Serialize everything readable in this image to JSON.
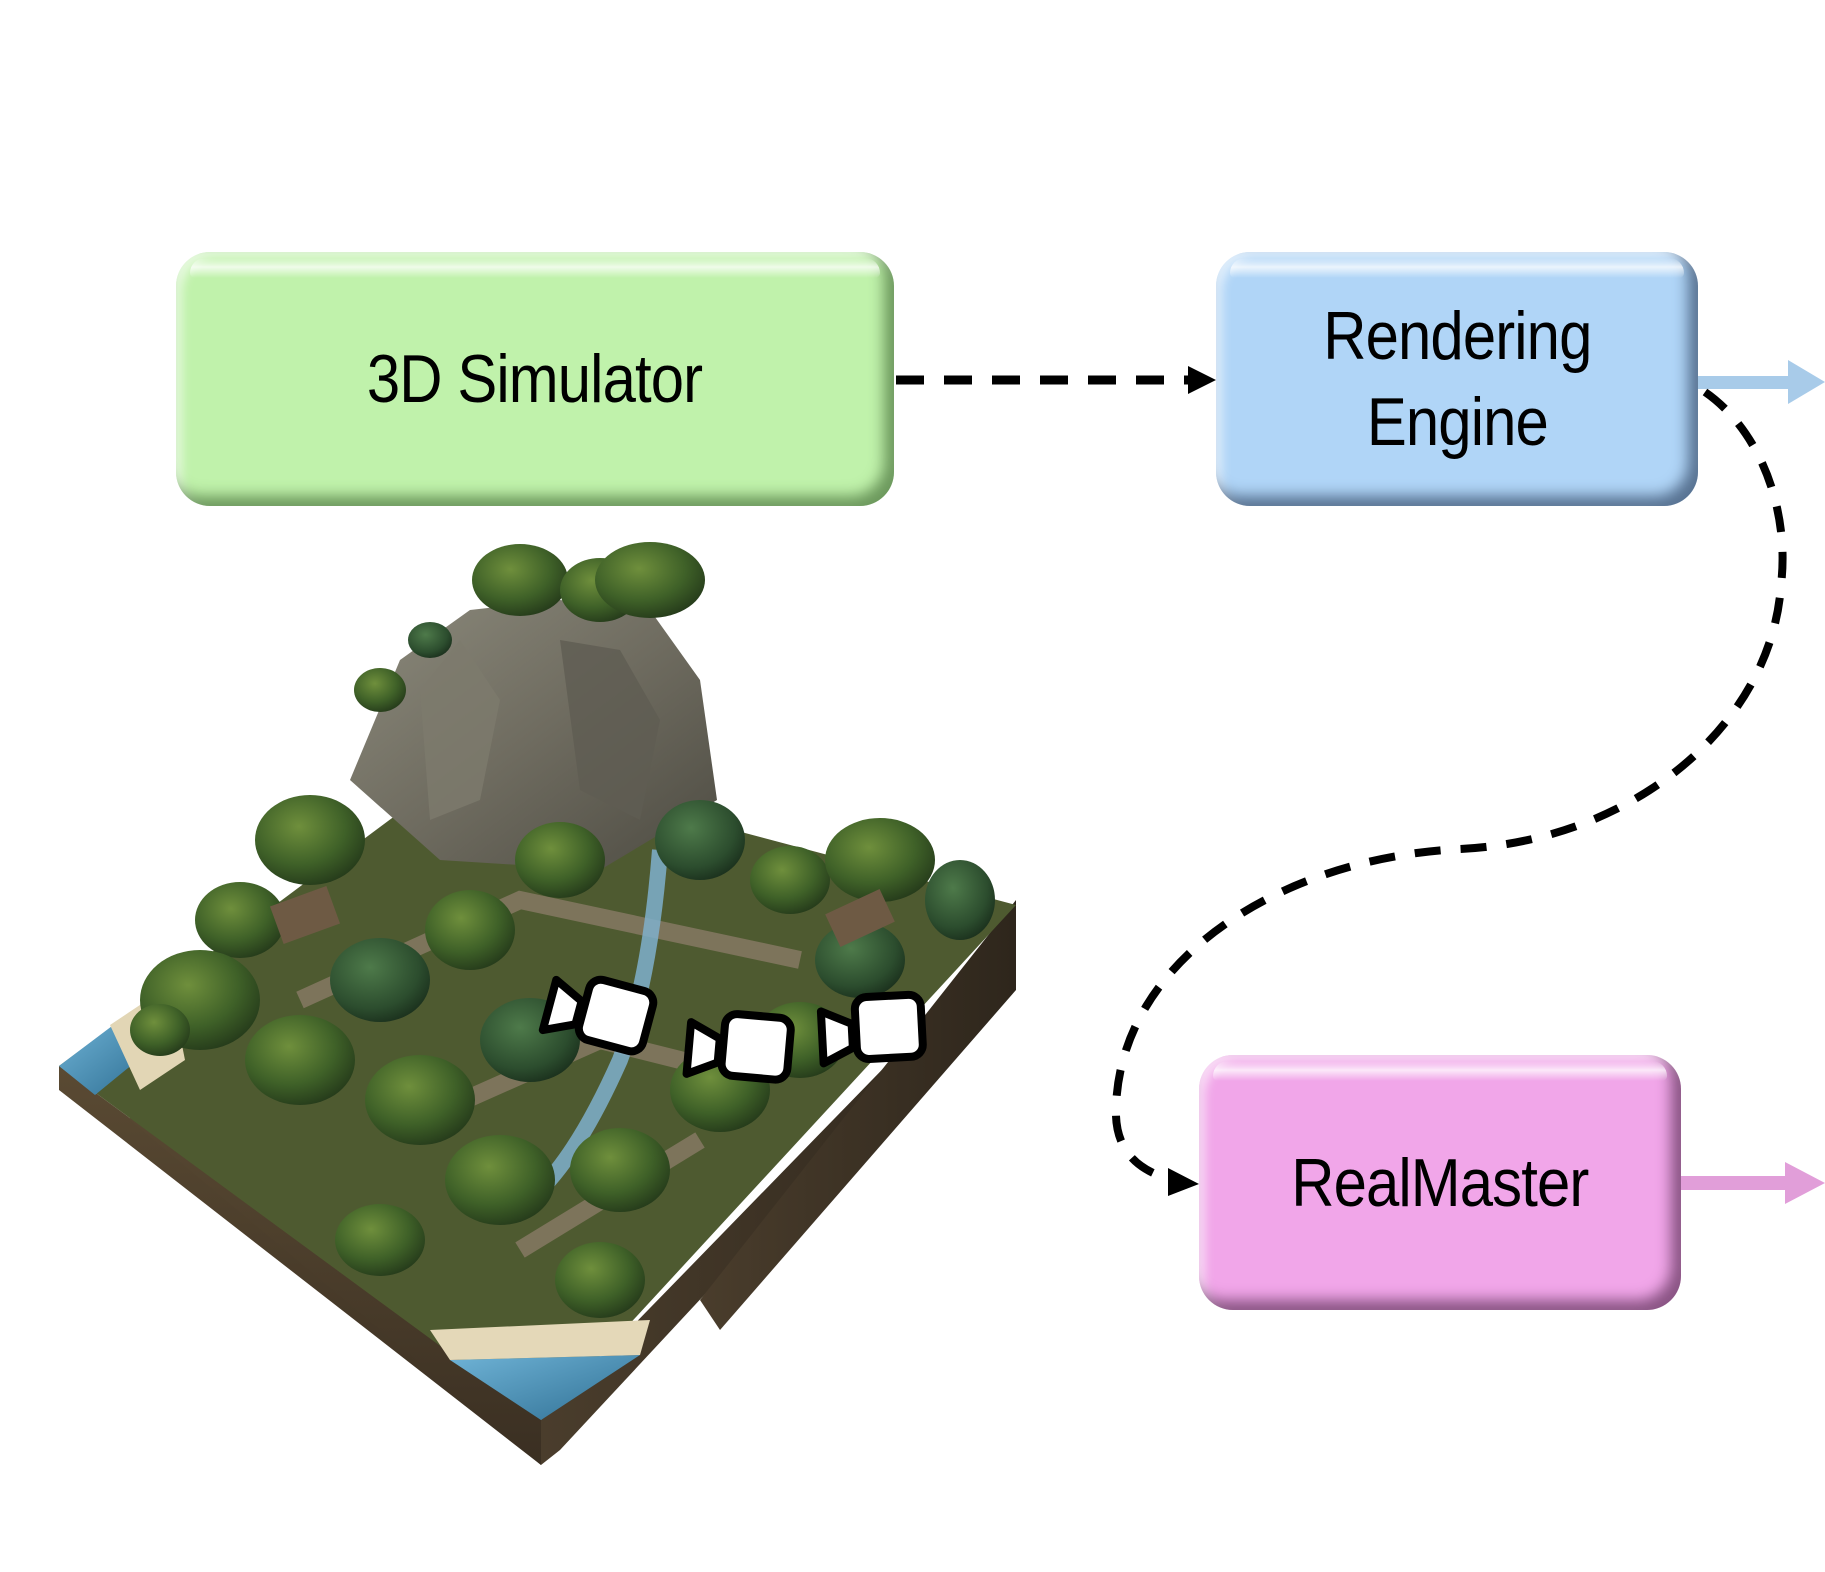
{
  "diagram": {
    "nodes": [
      {
        "id": "simulator",
        "label": "3D Simulator",
        "color": "#c0f2ab"
      },
      {
        "id": "rendering_engine",
        "label": "Rendering\nEngine",
        "color": "#b0d5f7"
      },
      {
        "id": "realmaster",
        "label": "RealMaster",
        "color": "#f1a6e9"
      }
    ],
    "edges": [
      {
        "from": "simulator",
        "to": "rendering_engine",
        "style": "dashed",
        "color": "#000000"
      },
      {
        "from": "rendering_engine",
        "to": "realmaster",
        "style": "dashed-curve",
        "color": "#000000"
      },
      {
        "from": "rendering_engine",
        "to": "offscreen-right",
        "style": "solid",
        "color": "#a8cbe9"
      },
      {
        "from": "realmaster",
        "to": "offscreen-right",
        "style": "solid",
        "color": "#e19ed9"
      }
    ],
    "illustration": {
      "subject": "isometric voxel forest terrain block with mountain, river, houses and beaches",
      "camera_icons": 3
    }
  }
}
